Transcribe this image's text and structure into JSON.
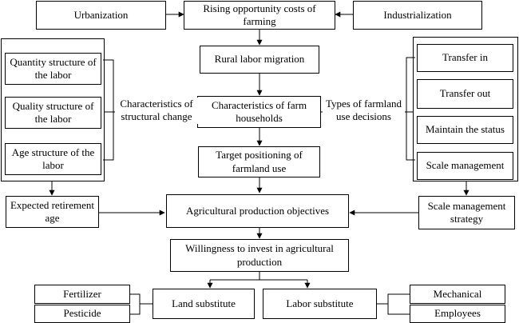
{
  "nodes": {
    "urbanization": "Urbanization",
    "rising_costs": "Rising opportunity costs of farming",
    "industrialization": "Industrialization",
    "rural_migration": "Rural labor migration",
    "quantity_structure": "Quantity structure of the labor",
    "quality_structure": "Quality structure of the labor",
    "age_structure": "Age structure of the labor",
    "farm_characteristics": "Characteristics of farm households",
    "target_positioning": "Target positioning of farmland use",
    "transfer_in": "Transfer in",
    "transfer_out": "Transfer out",
    "maintain_status": "Maintain the status",
    "scale_management": "Scale management",
    "expected_retirement": "Expected retirement age",
    "production_objectives": "Agricultural production objectives",
    "scale_strategy": "Scale management strategy",
    "willingness_invest": "Willingness to invest in agricultural production",
    "fertilizer": "Fertilizer",
    "pesticide": "Pesticide",
    "land_substitute": "Land substitute",
    "labor_substitute": "Labor substitute",
    "mechanical": "Mechanical",
    "employees": "Employees"
  },
  "labels": {
    "structural_change": "Characteristics of structural change",
    "farmland_decisions": "Types of farmland use decisions"
  }
}
